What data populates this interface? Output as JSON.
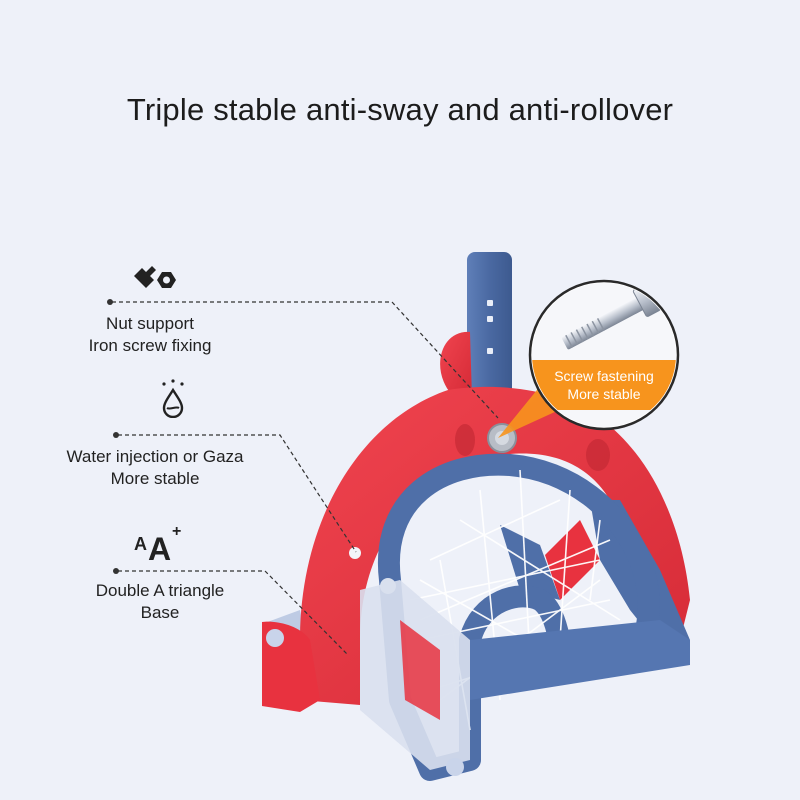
{
  "headline": "Triple stable anti-sway and anti-rollover",
  "features": [
    {
      "icon": "nut-bolt-icon",
      "lines": [
        "Nut support",
        "Iron screw fixing"
      ]
    },
    {
      "icon": "water-drop-icon",
      "lines": [
        "Water injection or Gaza",
        "More stable"
      ]
    },
    {
      "icon": "font-size-a-icon",
      "lines": [
        "Double A triangle",
        "Base"
      ]
    }
  ],
  "callout": {
    "lines": [
      "Screw fastening",
      "More stable"
    ]
  },
  "colors": {
    "background": "#eef1f9",
    "red": "#e8323f",
    "blue": "#4f6fa8",
    "accent": "#f7941d"
  }
}
